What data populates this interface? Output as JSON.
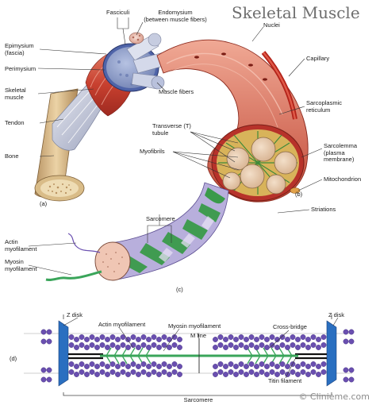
{
  "title": "Skeletal Muscle",
  "panel_labels": {
    "a": "(a)",
    "b": "(b)",
    "c": "(c)",
    "d": "(d)"
  },
  "labels": {
    "fasciculi": "Fasciculi",
    "endomysium": "Endomysium",
    "endomysium_sub": "(between muscle fibers)",
    "epimysium": "Epimysium",
    "epimysium_sub": "(fascia)",
    "perimysium": "Perimysium",
    "skeletal_muscle_1": "Skeletal",
    "skeletal_muscle_2": "muscle",
    "tendon": "Tendon",
    "bone": "Bone",
    "muscle_fibers": "Muscle fibers",
    "nuclei": "Nuclei",
    "capillary": "Capillary",
    "sarcoplasmic_1": "Sarcoplasmic",
    "sarcoplasmic_2": "reticulum",
    "t_tubule_1": "Transverse (T)",
    "t_tubule_2": "tubule",
    "myofibrils": "Myofibrils",
    "sarcolemma_1": "Sarcolemma",
    "sarcolemma_2": "(plasma",
    "sarcolemma_3": "membrane)",
    "mitochondrion": "Mitochondrion",
    "sarcomere_top": "Sarcomere",
    "striations": "Striations",
    "actin_1": "Actin",
    "actin_2": "myofilament",
    "myosin_1": "Myosin",
    "myosin_2": "myofilament",
    "z_disk_left": "Z disk",
    "z_disk_right": "Z disk",
    "actin_myofilament_d": "Actin myofilament",
    "myosin_myofilament_d": "Myosin myofilament",
    "cross_bridge": "Cross-bridge",
    "m_line": "M line",
    "titin_filament": "Titin filament",
    "sarcomere_bottom": "Sarcomere"
  },
  "watermark": "© Clinieme.com",
  "colors": {
    "muscle_red": "#c43a2e",
    "muscle_light": "#e48a78",
    "bone": "#e2c79a",
    "tendon": "#c9cedd",
    "fascicle_blue": "#8fa0c8",
    "myofibril_green": "#3a9a4a",
    "myofibril_purple": "#a99bd4",
    "actin_purple": "#6a4fb0",
    "myosin_green": "#3aa55a",
    "zdisk_blue": "#2a6fc0"
  }
}
